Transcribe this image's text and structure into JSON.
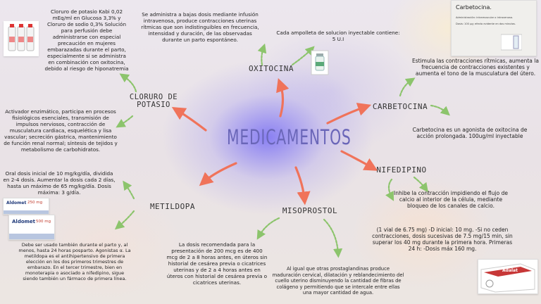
{
  "title": "MEDICAMENTOS",
  "nodes": {
    "oxitocina": "OXITOCINA",
    "carbetocina": "CARBETOCINA",
    "cloruro": "CLORURO DE POTASIO",
    "nifedipino": "NIFEDIPINO",
    "metildopa": "METILDOPA",
    "misoprostol": "MISOPROSTOL"
  },
  "texts": {
    "oxitocina_admin": "Se administra a bajas dosis mediante infusión intravenosa, produce contracciones uterinas rítmicas que son indistinguibles en frecuencia, intensidad y duración, de las observadas durante un parto espontáneo.",
    "oxitocina_ampolleta": "Cada ampolleta de solucion inyectable contiene: 5 U.I",
    "cloruro_presentacion": "Cloruro de potasio Kabi 0,02 mEq/ml en Glucosa 3,3% y Cloruro de sodio 0,3% Solución para perfusión debe administrarse con especial precaución en mujeres embarazadas durante el parto, especialmente si se administra en combinación con oxitocina, debido al riesgo de hiponatremia",
    "cloruro_activador": "Activador enzimático, participa en procesos fisiológicos esenciales, transmisión de impulsos nerviosos, contracción de musculatura cardiaca, esquelética y lisa vascular; secreción gástrica, mantenimiento de función renal normal; síntesis de tejidos y metabolismo de carbohidratos.",
    "carbetocina_estimula": "Estimula las contracciones rítmicas, aumenta la frecuencia de contracciones existentes y aumenta el tono de la musculatura del útero.",
    "carbetocina_agonista": "Carbetocina es un agonista de oxitocina de acción prolongada. 100ug/ml inyectable",
    "nifedipino_inhibe": "Inhibe la contracción impidiendo el flujo de calcio al interior de la célula, mediante bloqueo de los canales de calcio.",
    "nifedipino_dosis": "(1 vial de 6.75 mg) -D inicial: 10 mg. -Si no ceden contracciones, dosis sucesivas de 7.5 mg/15 min, sin superar los 40 mg durante la primera hora. Primeras 24 h: -Dosis máx 160 mg.",
    "metildopa_dosis": "Oral dosis inicial de 10 mg/kg/día, dividida en 2-4 dosis. Aumentar la dosis cada 2 días, hasta un máximo de 65 mg/kg/día. Dosis máxima: 3 g/día.",
    "metildopa_uso": "Debe ser usado también durante el parto y, al menos, hasta 24 horas posparto. Agonistas α. La metildopa es el antihipertensivo de primera elección en los dos primeros trimestres de embarazo. En el tercer trimestre, bien en monoterapia o asociado a nifedipino, sigue siendo también un fármaco de primera línea.",
    "misoprostol_dosis": "La dosis recomendada para la presentación de 200 mcg es de 400 mcg de 2 a 8 horas antes, en úteros sin historial de cesárea previa o cicatrices uterinas y de 2 a 4 horas antes en úteros con historial de cesárea previa o cicatrices uterinas.",
    "misoprostol_mecanismo": "Al igual que otras prostaglandinas produce maduración cervical, dilatación y reblandecimiento del cuello uterino disminuyendo la cantidad de fibras de colágeno y permitiendo que se intercale entre ellas una mayor cantidad de agua."
  },
  "images": {
    "carbetocina_card": {
      "title": "Carbetocina.",
      "line1": "Administración: intramuscular o intravenosa.",
      "line2": "Dosis: 100 μg; efecto evidente en dos minutos."
    },
    "aldomet_box1": {
      "brand": "Aldomet",
      "dose": "250 mg"
    },
    "aldomet_box2": {
      "brand": "Aldomet",
      "dose": "500 mg"
    },
    "adalat_box": {
      "brand": "Adalat"
    }
  },
  "colors": {
    "arrow_main": "#f0735a",
    "arrow_sub": "#8cc46c",
    "title": "#6a66b8"
  }
}
